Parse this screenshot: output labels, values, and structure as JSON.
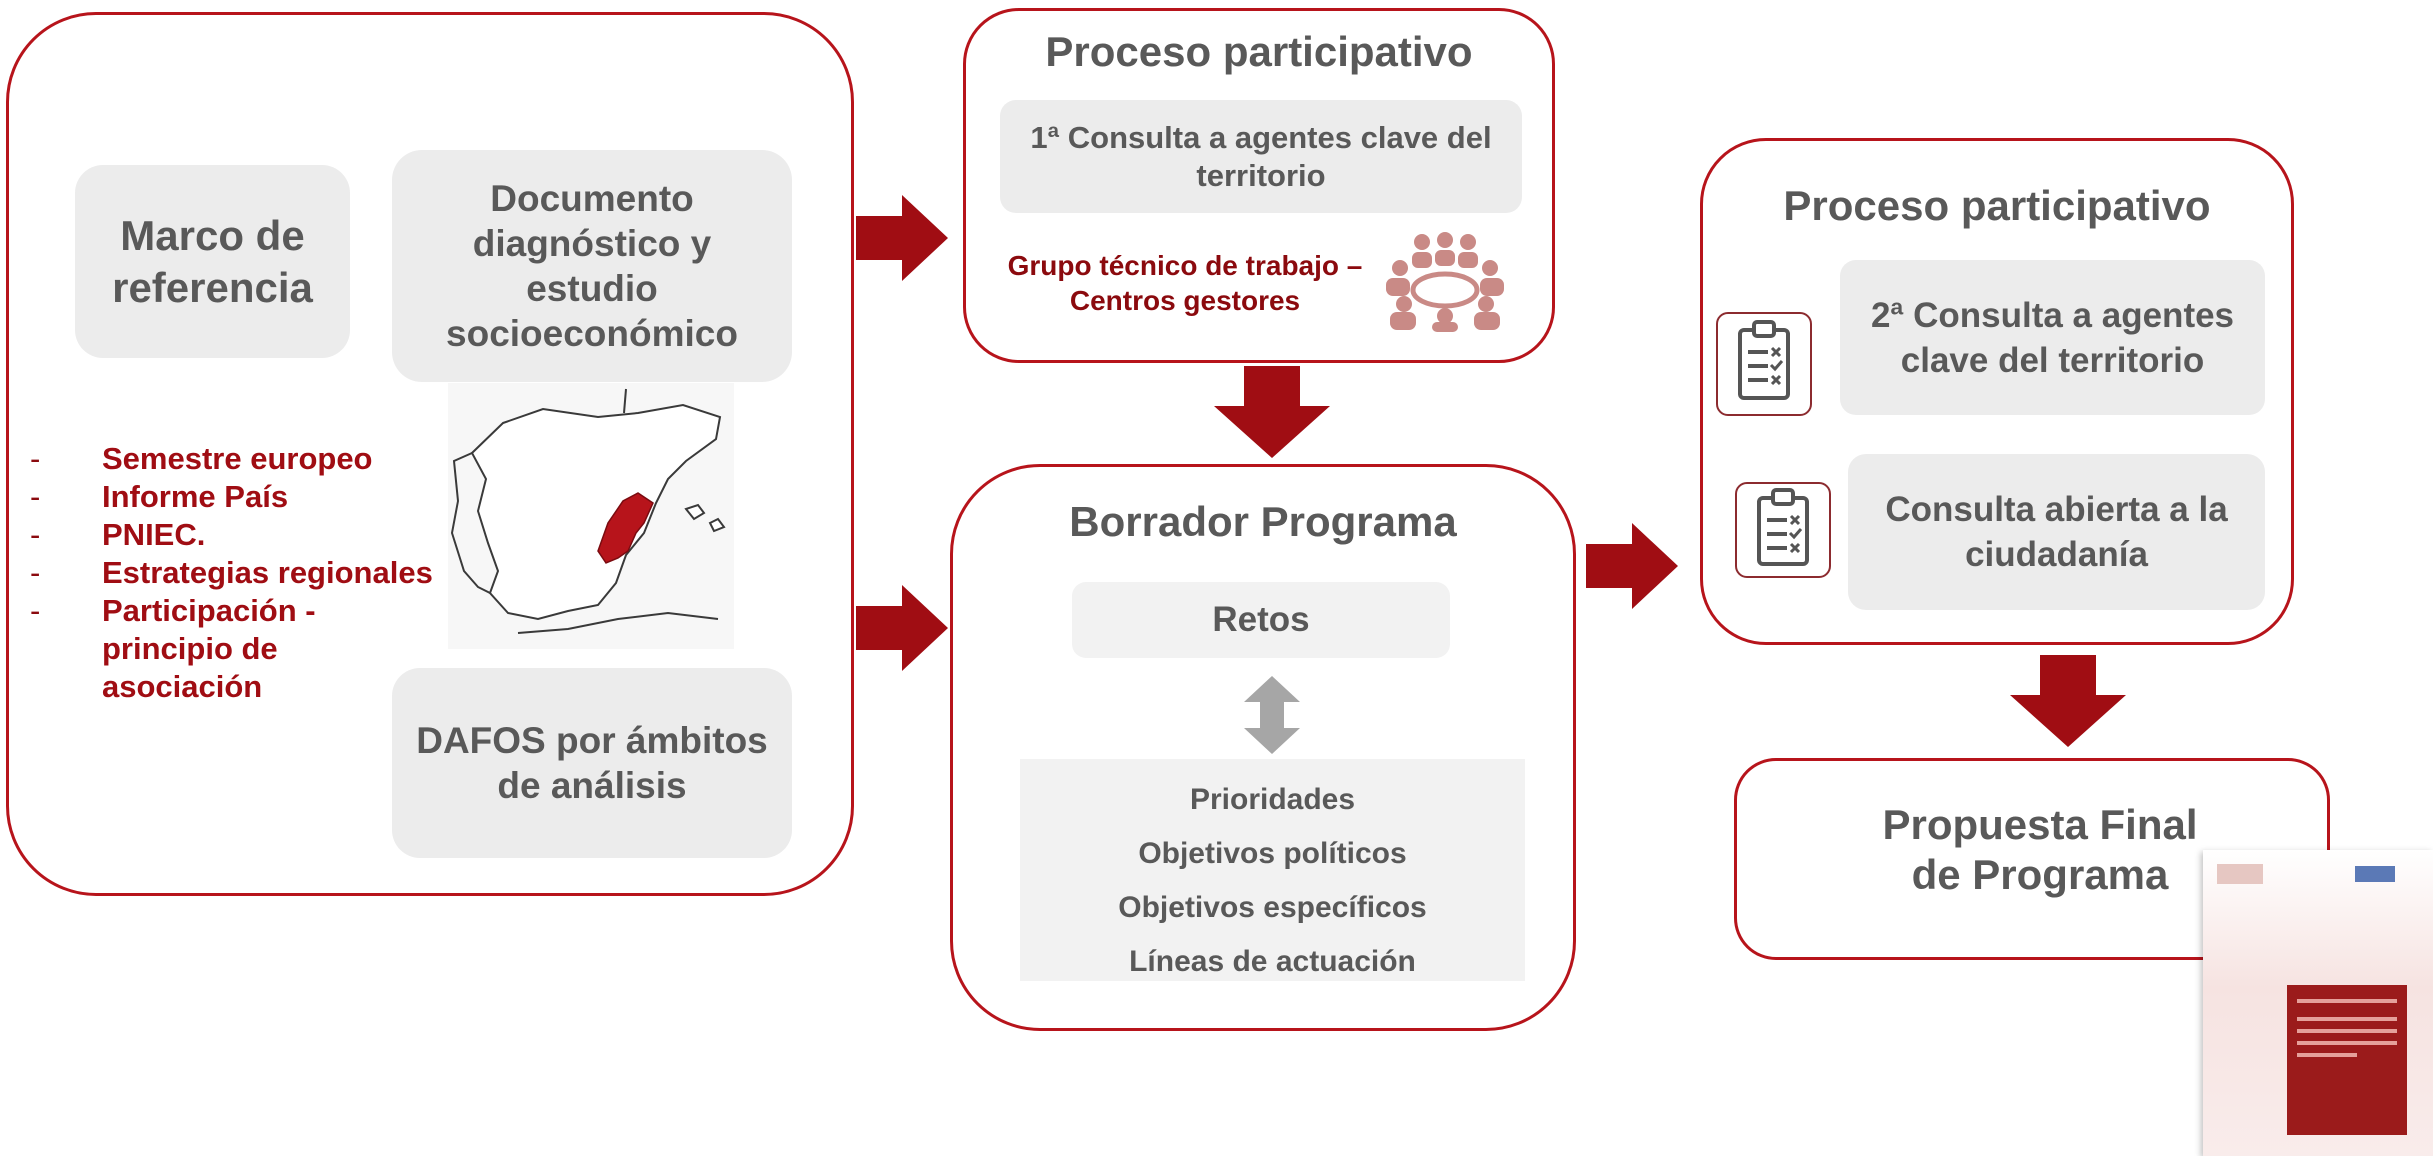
{
  "left_panel": {
    "marco": "Marco de referencia",
    "documento": "Documento diagnóstico y estudio socioeconómico",
    "dafos": "DAFOS por ámbitos de análisis",
    "bullets": [
      "Semestre europeo",
      "Informe País",
      "PNIEC.",
      "Estrategias regionales",
      "Participación  - principio de asociación"
    ],
    "map_icon": "spain-map-valencia-highlighted"
  },
  "participativo_1": {
    "title": "Proceso participativo",
    "consulta": "1ª Consulta a agentes clave del territorio",
    "grupo": "Grupo técnico de trabajo – Centros gestores",
    "group_icon": "meeting-people-icon"
  },
  "borrador": {
    "title": "Borrador Programa",
    "retos": "Retos",
    "items": [
      "Prioridades",
      "Objetivos políticos",
      "Objetivos específicos",
      "Líneas de actuación"
    ]
  },
  "participativo_2": {
    "title": "Proceso participativo",
    "consulta2": "2ª Consulta a agentes clave del territorio",
    "consulta_abierta": "Consulta abierta a la ciudadanía",
    "checklist_icon": "checklist-clipboard-icon"
  },
  "final": {
    "title": "Propuesta Final de Programa",
    "document_icon": "program-document-cover"
  },
  "colors": {
    "accent_red": "#b7141b",
    "arrow_red": "#a00d13",
    "text_gray": "#595959",
    "dark_red_text": "#8b0a0e"
  }
}
